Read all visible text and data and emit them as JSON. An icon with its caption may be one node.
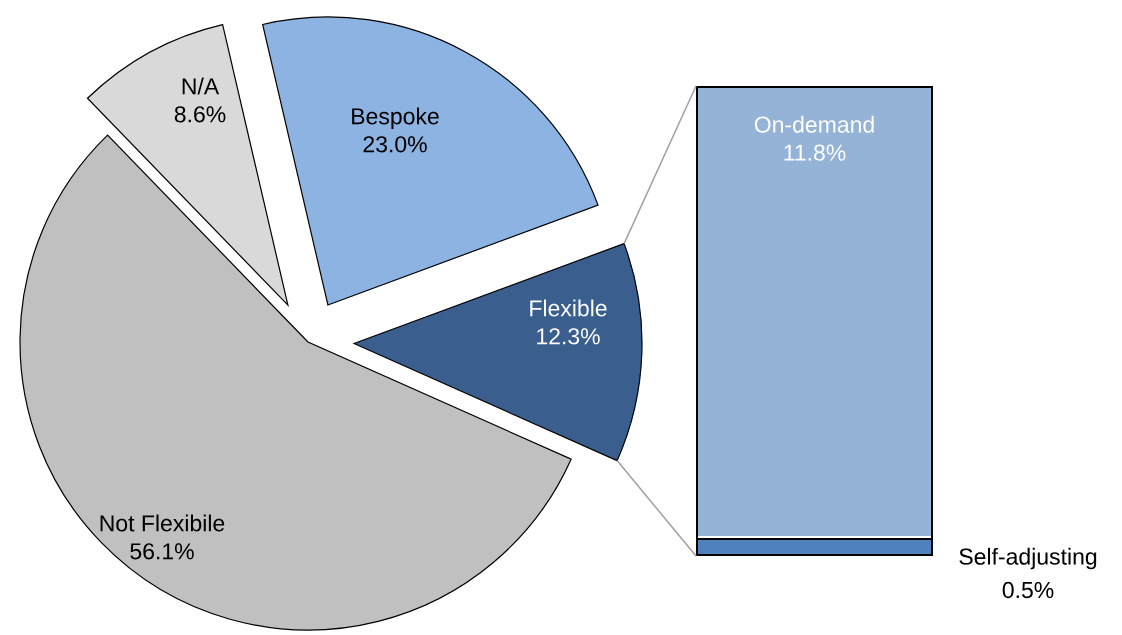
{
  "diagram": {
    "nodes": [
      {
        "text": [
          "N/A",
          "8.6%"
        ]
      },
      {
        "text": [
          "Bespoke",
          "23.0%"
        ]
      },
      {
        "text": [
          "Flexible",
          "12.3%"
        ]
      },
      {
        "text": [
          "Not Flexibile",
          "56.1%"
        ]
      },
      {
        "text": [],
        "shape": "bar"
      },
      {
        "text": [
          "On-demand",
          "11.8%"
        ],
        "in": 4
      },
      {
        "text": [],
        "shape": "bar",
        "in": 4,
        "beside": [
          "Self-adjusting",
          "0.5%"
        ]
      }
    ],
    "edges": [
      {
        "from": 2,
        "to": 4,
        "arrow": "none"
      },
      {
        "from": 2,
        "to": 4,
        "arrow": "none"
      }
    ]
  }
}
